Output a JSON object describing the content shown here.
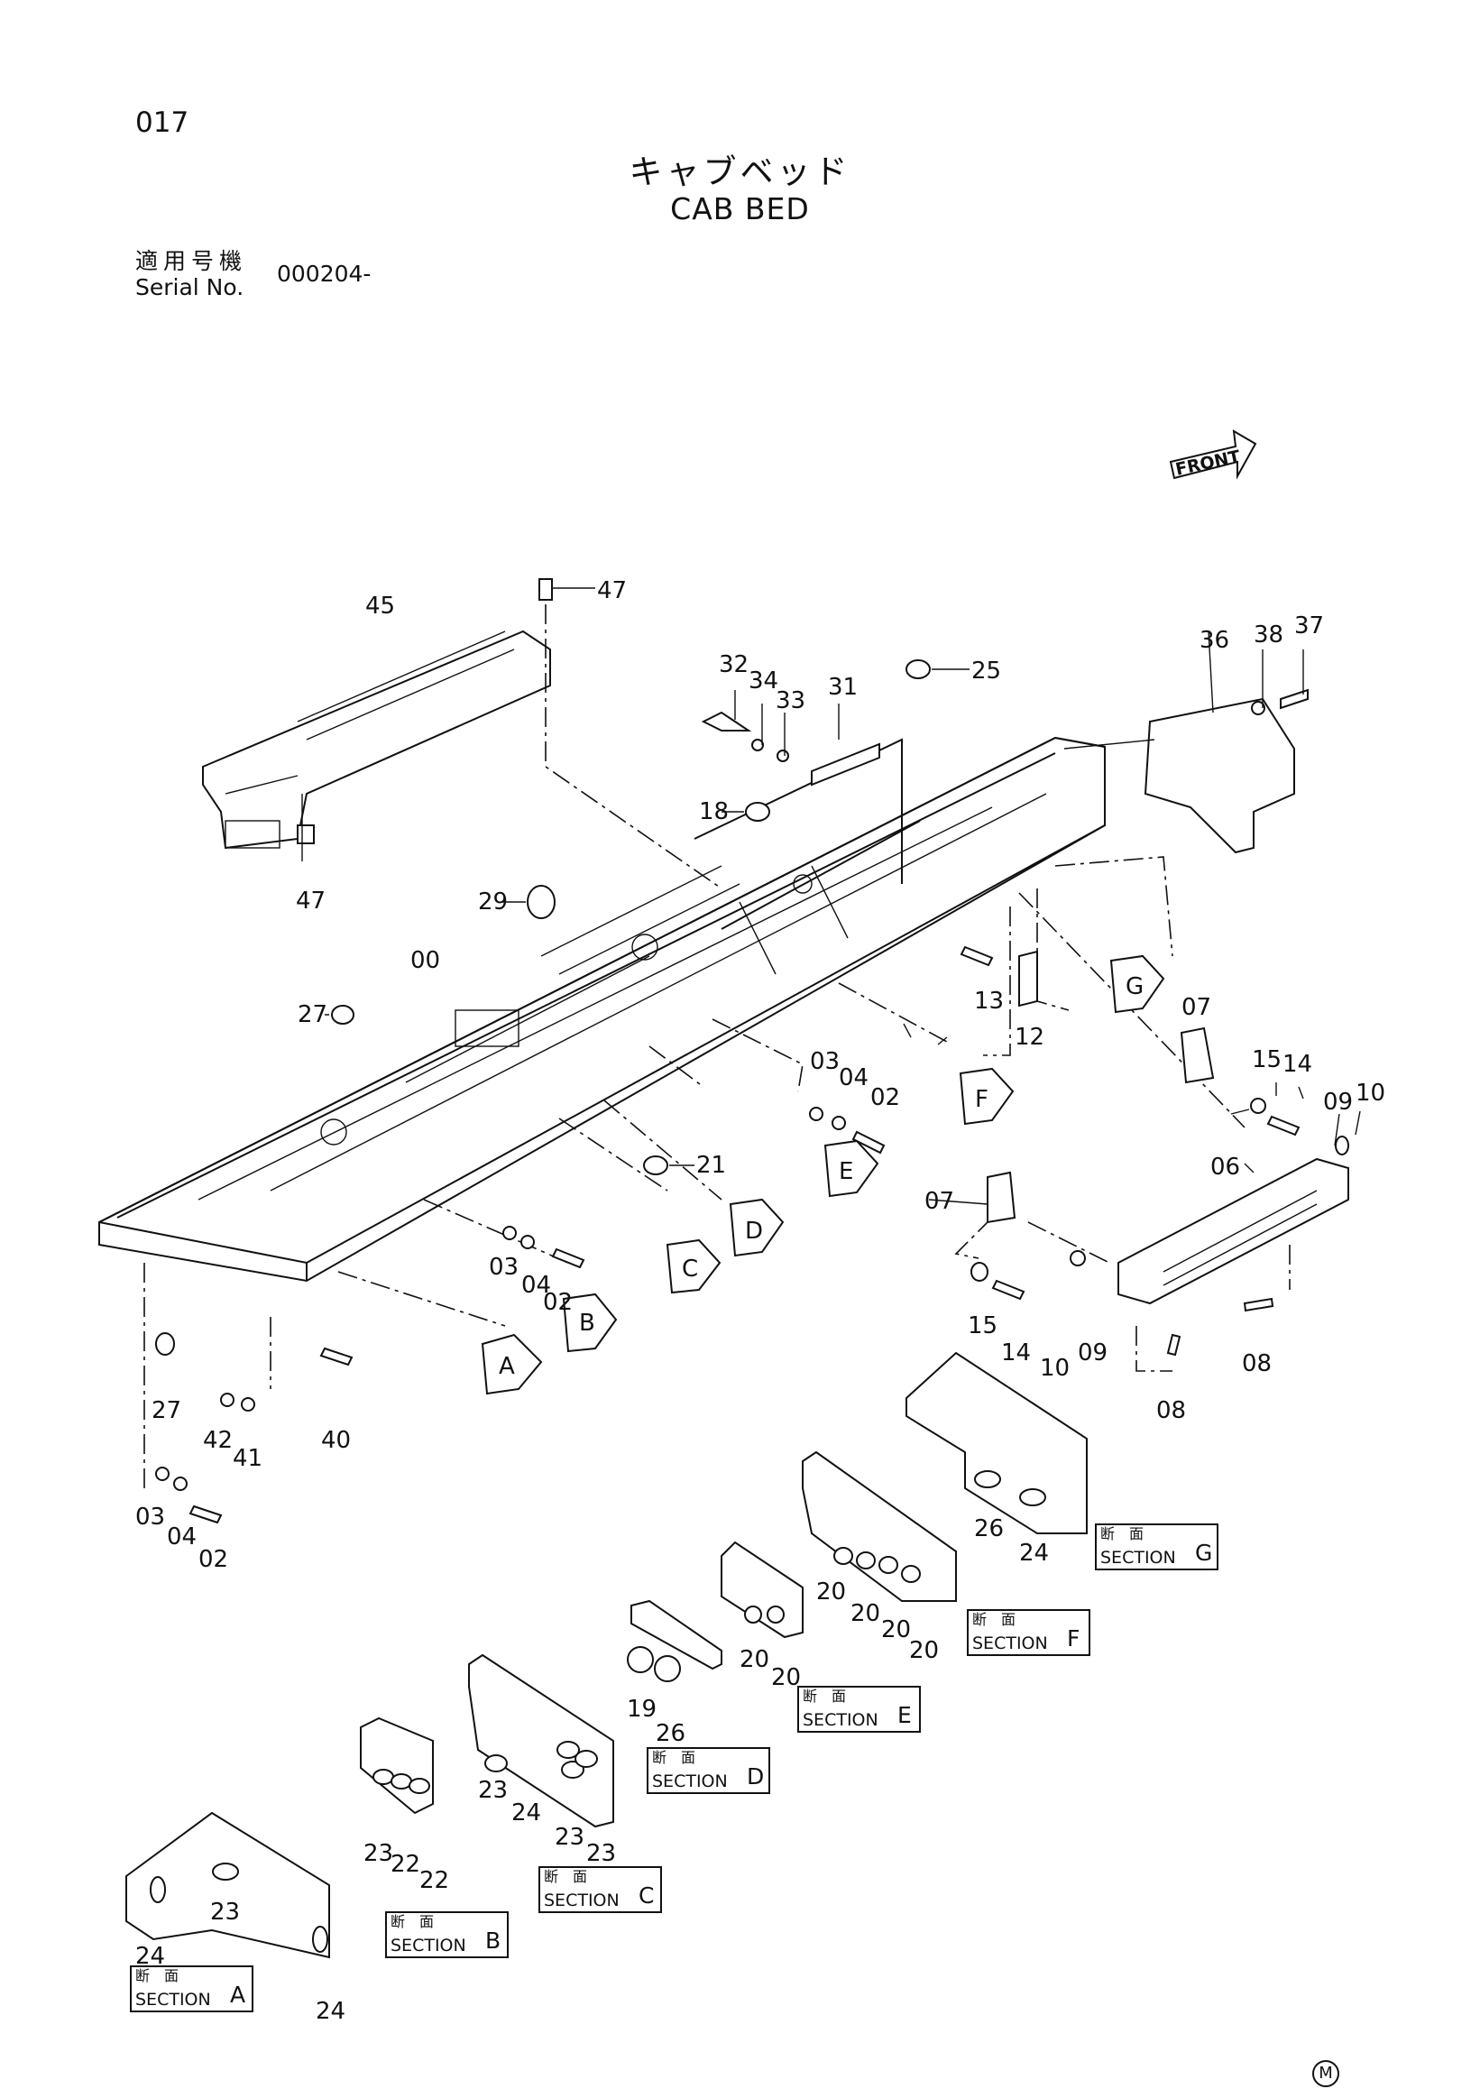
{
  "page_number": "017",
  "title_jp": "キャブベッド",
  "title_en": "CAB BED",
  "serial": {
    "label_jp": "適用号機",
    "label_en": "Serial No.",
    "value": "000204-"
  },
  "front_label": "FRONT",
  "corner_mark": "M",
  "section_label_jp": "断　面",
  "section_label_en": "SECTION",
  "sections": [
    "A",
    "B",
    "C",
    "D",
    "E",
    "F",
    "G"
  ],
  "flags": [
    "A",
    "B",
    "C",
    "D",
    "E",
    "F",
    "G"
  ],
  "callouts": [
    "47",
    "45",
    "47",
    "32",
    "34",
    "33",
    "31",
    "25",
    "36",
    "38",
    "37",
    "18",
    "29",
    "00",
    "27",
    "13",
    "12",
    "07",
    "15",
    "14",
    "09",
    "10",
    "03",
    "04",
    "02",
    "21",
    "06",
    "07",
    "03",
    "04",
    "02",
    "27",
    "42",
    "41",
    "40",
    "15",
    "14",
    "10",
    "09",
    "08",
    "08",
    "03",
    "04",
    "02",
    "26",
    "24",
    "20",
    "20",
    "20",
    "20",
    "20",
    "20",
    "19",
    "26",
    "23",
    "24",
    "23",
    "23",
    "23",
    "22",
    "22",
    "24",
    "23",
    "24"
  ]
}
